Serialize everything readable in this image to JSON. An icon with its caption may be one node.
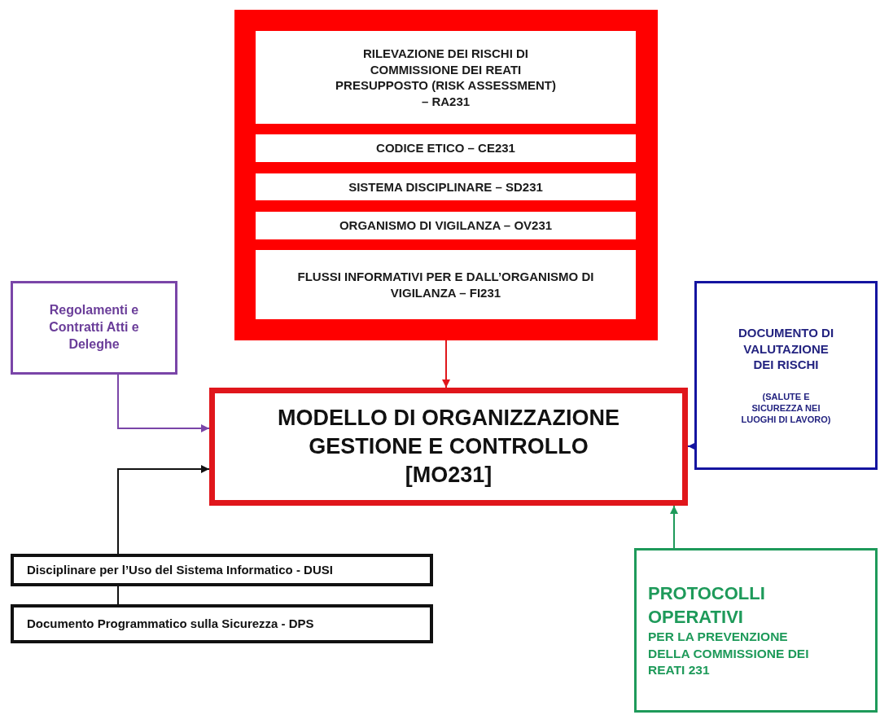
{
  "diagram": {
    "nodes": [
      {
        "text": [],
        "shape": "box"
      },
      {
        "text": [
          "RILEVAZIONE DEI RISCHI DI COMMISSIONE DEI REATI PRESUPPOSTO (RISK ASSESSMENT) – RA231"
        ],
        "in": 0
      },
      {
        "text": [
          "CODICE ETICO – CE231"
        ],
        "in": 0
      },
      {
        "text": [
          "SISTEMA DISCIPLINARE – SD231"
        ],
        "in": 0
      },
      {
        "text": [
          "ORGANISMO DI VIGILANZA – OV231"
        ],
        "in": 0
      },
      {
        "text": [
          "FLUSSI INFORMATIVI PER E DALL’ORGANISMO DI VIGILANZA – FI231"
        ],
        "in": 0
      },
      {
        "text": [
          "MODELLO DI ORGANIZZAZIONE GESTIONE E CONTROLLO [MO231]"
        ]
      },
      {
        "text": [
          "Regolamenti e Contratti Atti e Deleghe"
        ]
      },
      {
        "text": [
          "DOCUMENTO DI VALUTAZIONE DEI RISCHI",
          "(SALUTE E SICUREZZA NEI LUOGHI DI LAVORO)"
        ]
      },
      {
        "text": [
          "Disciplinare per l’Uso del Sistema Informatico - DUSI"
        ]
      },
      {
        "text": [
          "Documento Programmatico sulla Sicurezza - DPS"
        ]
      },
      {
        "text": [
          "PROTOCOLLI OPERATIVI",
          "PER LA PREVENZIONE DELLA COMMISSIONE DEI REATI 231"
        ]
      }
    ],
    "edges": [
      {
        "from": 0,
        "to": 6,
        "arrow": "to",
        "color": "#e0161b"
      },
      {
        "from": 7,
        "to": 6,
        "arrow": "to",
        "color": "#7a45a8"
      },
      {
        "from": 8,
        "to": 6,
        "arrow": "to",
        "color": "#1414a0"
      },
      {
        "from": 9,
        "to": 6,
        "arrow": "to"
      },
      {
        "from": 10,
        "to": 9,
        "arrow": "none"
      },
      {
        "from": 11,
        "to": 6,
        "arrow": "to",
        "color": "#1e9a5a"
      }
    ]
  }
}
